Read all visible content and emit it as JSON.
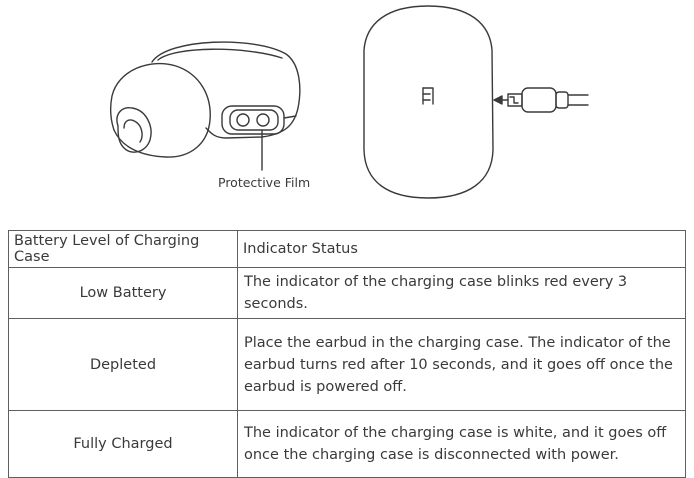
{
  "illustration": {
    "film_label": "Protective Film",
    "case_logo": "mi-logo-icon",
    "cable": "usb-cable-icon"
  },
  "table": {
    "headers": [
      "Battery Level of Charging Case",
      "Indicator Status"
    ],
    "rows": [
      {
        "level": "Low Battery",
        "status": "The indicator of the charging case blinks red every 3 seconds."
      },
      {
        "level": "Depleted",
        "status": "Place the earbud in the charging case. The indicator of the earbud turns red after 10 seconds, and it goes off once the earbud is powered off."
      },
      {
        "level": "Fully Charged",
        "status": "The indicator of the charging case is white, and it goes off once the charging case is disconnected with power."
      }
    ]
  }
}
